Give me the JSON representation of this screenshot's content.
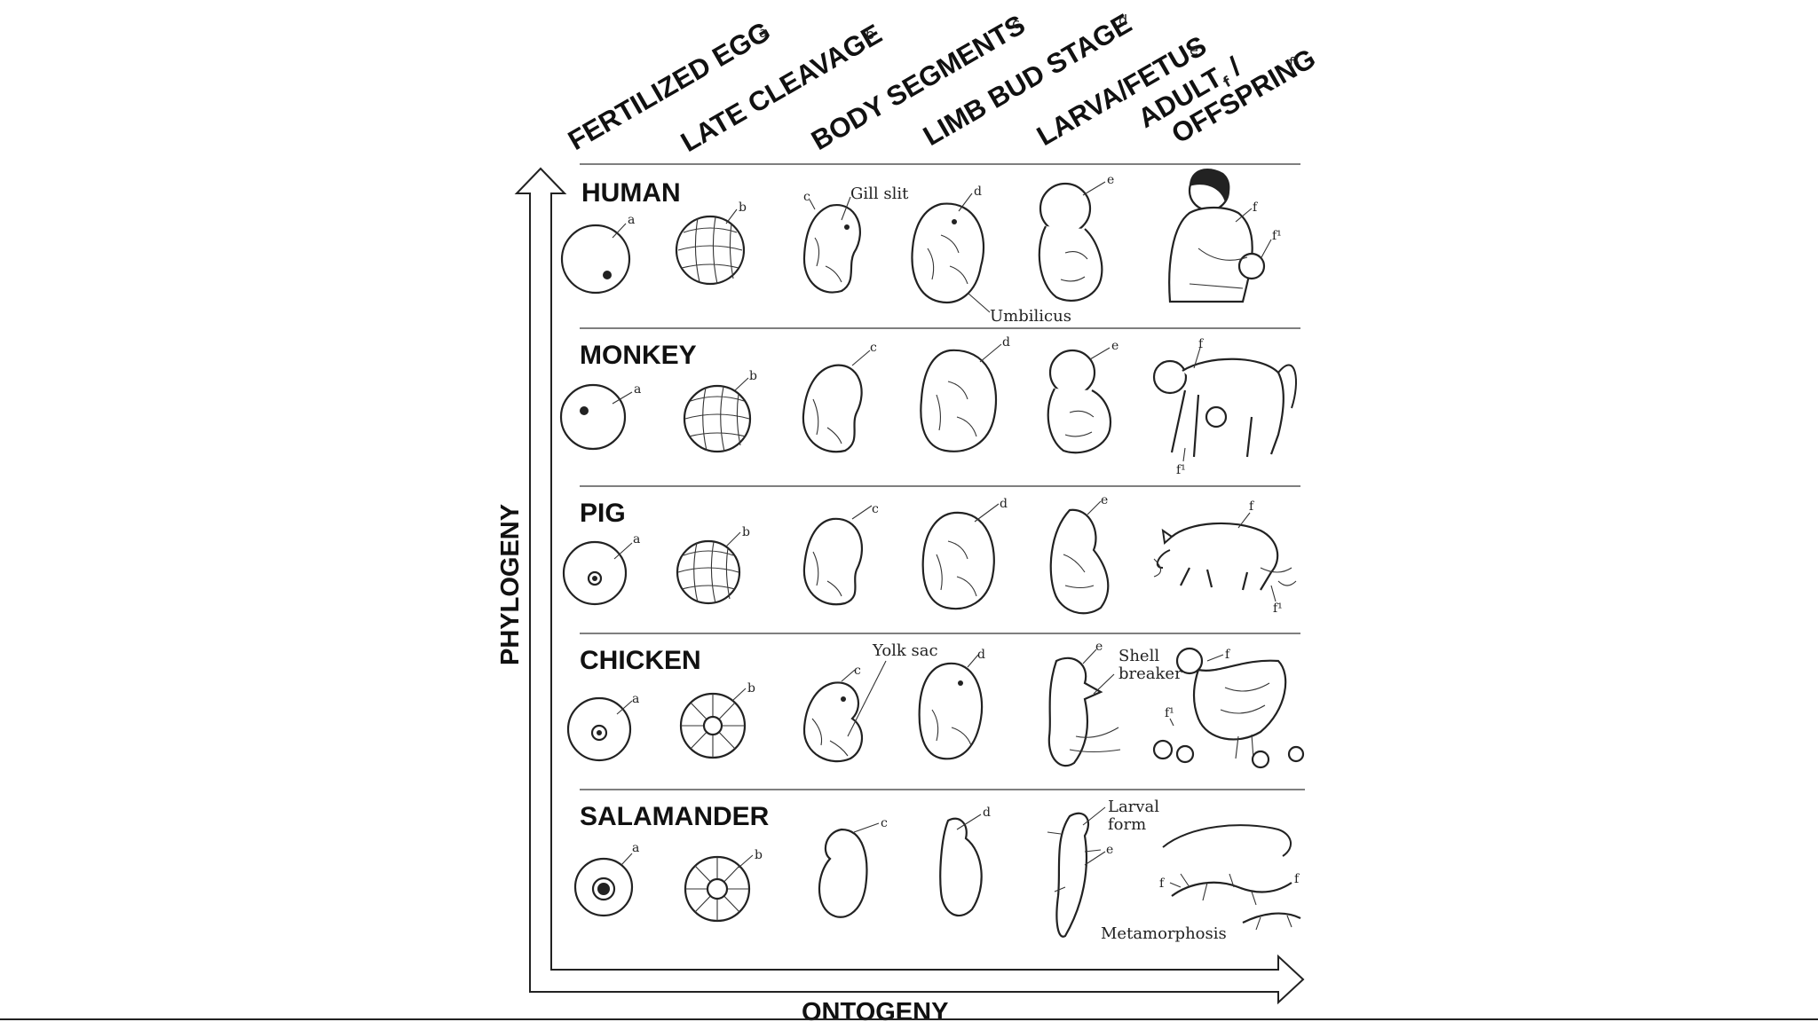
{
  "columns": [
    {
      "label": "FERTILIZED EGG",
      "sup": "a"
    },
    {
      "label": "LATE CLEAVAGE",
      "sup": "b"
    },
    {
      "label": "BODY SEGMENTS",
      "sup": "c"
    },
    {
      "label": "LIMB BUD STAGE",
      "sup": "d"
    },
    {
      "label": "LARVA/FETUS",
      "sup": "e"
    },
    {
      "label_line1": "ADULT",
      "sup1": "f",
      "label_slash": " /",
      "label_line2": "OFFSPRING",
      "sup": "f¹"
    }
  ],
  "rows": [
    {
      "label": "HUMAN"
    },
    {
      "label": "MONKEY"
    },
    {
      "label": "PIG"
    },
    {
      "label": "CHICKEN"
    },
    {
      "label": "SALAMANDER"
    }
  ],
  "axes": {
    "vertical": "PHYLOGENY",
    "horizontal": "ONTOGENY"
  },
  "annotations": {
    "gill_slit": "Gill slit",
    "umbilicus": "Umbilicus",
    "yolk_sac": "Yolk sac",
    "shell_breaker_1": "Shell",
    "shell_breaker_2": "breaker",
    "larval_form_1": "Larval",
    "larval_form_2": "form",
    "metamorphosis": "Metamorphosis"
  },
  "stage_letters": [
    "a",
    "b",
    "c",
    "d",
    "e",
    "f",
    "f¹"
  ]
}
